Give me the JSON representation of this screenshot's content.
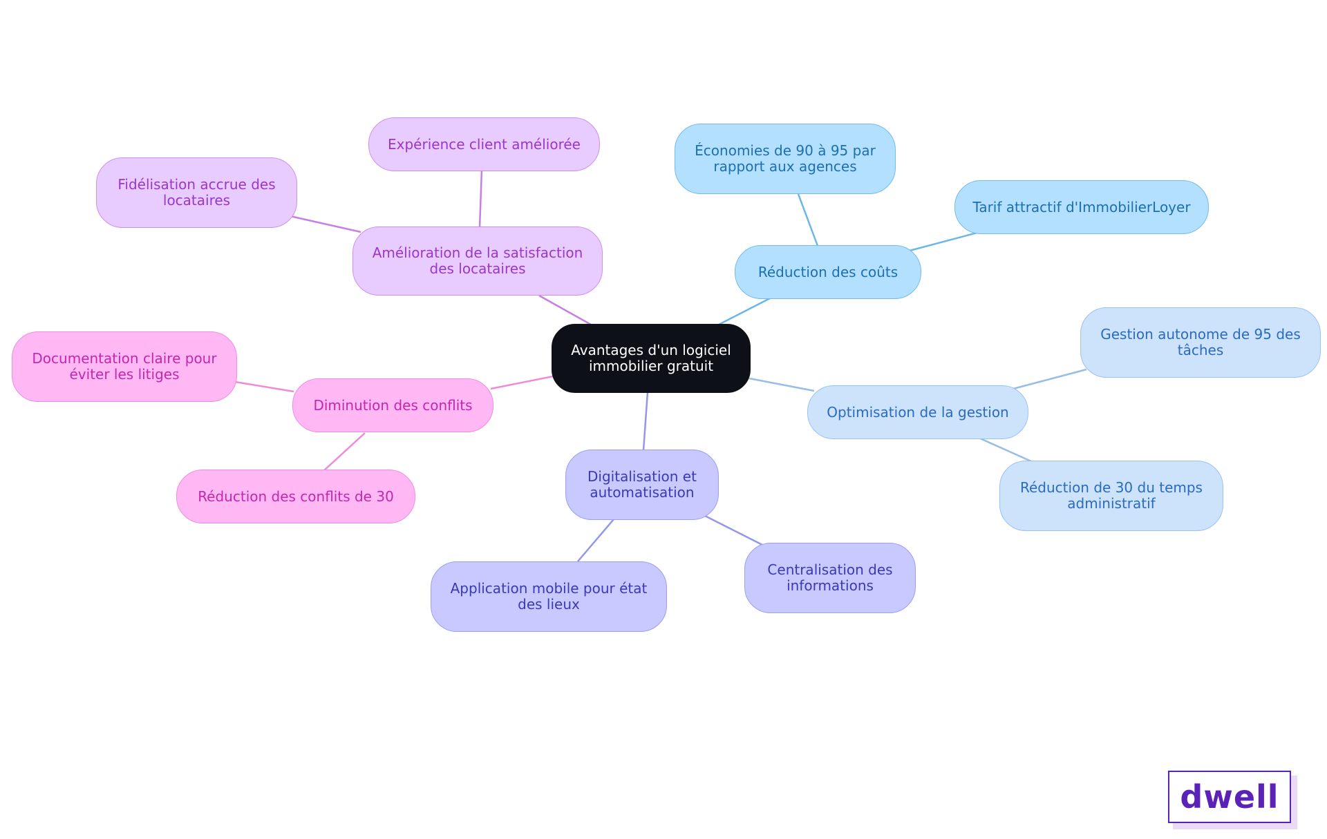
{
  "center": {
    "label": "Avantages d'un logiciel immobilier gratuit"
  },
  "branches": [
    {
      "label": "Amélioration de la satisfaction des locataires",
      "color": "#c77ee6",
      "children": [
        "Expérience client améliorée",
        "Fidélisation accrue des locataires"
      ]
    },
    {
      "label": "Réduction des coûts",
      "color": "#6bb6e6",
      "children": [
        "Économies de 90 à 95 par rapport aux agences",
        "Tarif attractif d'ImmobilierLoyer"
      ]
    },
    {
      "label": "Optimisation de la gestion",
      "color": "#96bde8",
      "children": [
        "Gestion autonome de 95 des tâches",
        "Réduction de 30 du temps administratif"
      ]
    },
    {
      "label": "Digitalisation et automatisation",
      "color": "#9496ea",
      "children": [
        "Centralisation des informations",
        "Application mobile pour état des lieux"
      ]
    },
    {
      "label": "Diminution des conflits",
      "color": "#ef8ad9",
      "children": [
        "Documentation claire pour éviter les litiges",
        "Réduction des conflits de 30"
      ]
    }
  ],
  "logo": {
    "text": "dwell"
  }
}
